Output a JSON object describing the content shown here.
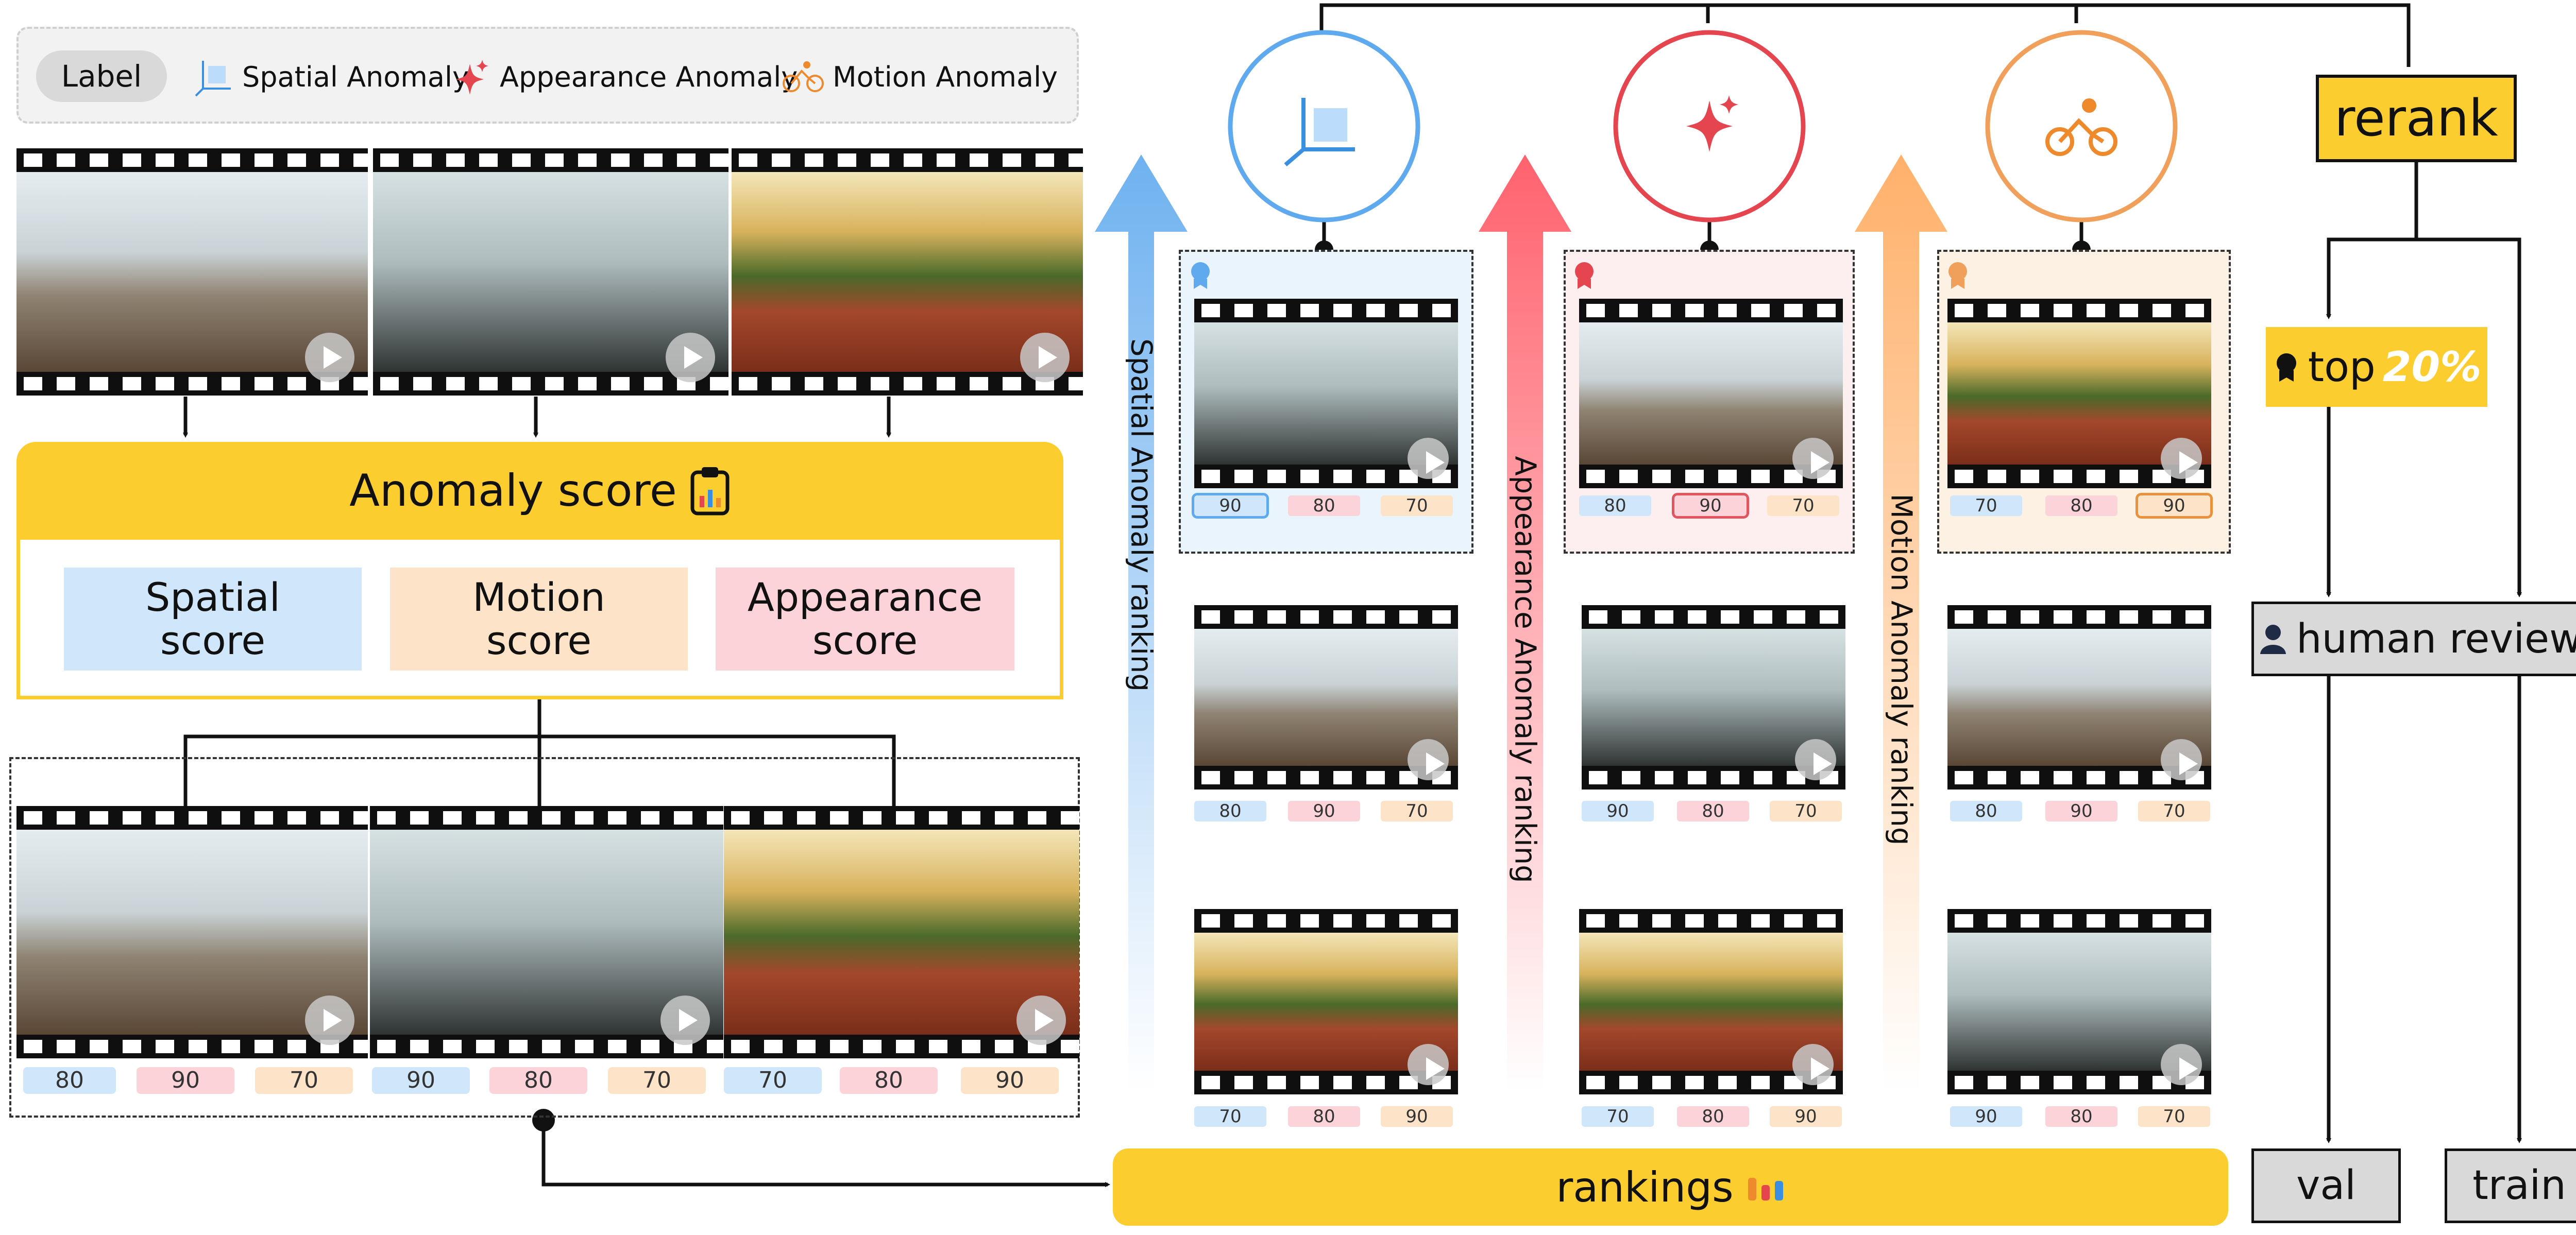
{
  "legend": {
    "label": "Label",
    "items": [
      {
        "name": "Spatial Anomaly",
        "icon": "axes-cube-icon",
        "color": "#3b8fe0"
      },
      {
        "name": "Appearance Anomaly",
        "icon": "sparkle-icon",
        "color": "#e5454f"
      },
      {
        "name": "Motion Anomaly",
        "icon": "cyclist-icon",
        "color": "#ef8a2c"
      }
    ]
  },
  "anomaly_score": {
    "title": "Anomaly score",
    "scores": [
      "Spatial\nscore",
      "Motion\nscore",
      "Appearance\nscore"
    ]
  },
  "scored_videos": [
    {
      "scene": "room",
      "scores": [
        "80",
        "90",
        "70"
      ]
    },
    {
      "scene": "mask",
      "scores": [
        "90",
        "80",
        "70"
      ]
    },
    {
      "scene": "tennis",
      "scores": [
        "70",
        "80",
        "90"
      ]
    }
  ],
  "rankings_columns": [
    {
      "label": "Spatial Anomaly ranking",
      "color": "#5fa9ee",
      "videos": [
        {
          "scene": "mask",
          "scores": [
            "90",
            "80",
            "70"
          ],
          "highlight": 0
        },
        {
          "scene": "room",
          "scores": [
            "80",
            "90",
            "70"
          ]
        },
        {
          "scene": "tennis",
          "scores": [
            "70",
            "80",
            "90"
          ]
        }
      ]
    },
    {
      "label": "Appearance Anomaly ranking",
      "color": "#e2555f",
      "videos": [
        {
          "scene": "room",
          "scores": [
            "80",
            "90",
            "70"
          ],
          "highlight": 1
        },
        {
          "scene": "mask",
          "scores": [
            "90",
            "80",
            "70"
          ]
        },
        {
          "scene": "tennis",
          "scores": [
            "70",
            "80",
            "90"
          ]
        }
      ]
    },
    {
      "label": "Motion Anomaly ranking",
      "color": "#e8923e",
      "videos": [
        {
          "scene": "tennis",
          "scores": [
            "70",
            "80",
            "90"
          ],
          "highlight": 2
        },
        {
          "scene": "room",
          "scores": [
            "80",
            "90",
            "70"
          ]
        },
        {
          "scene": "mask",
          "scores": [
            "90",
            "80",
            "70"
          ]
        }
      ]
    }
  ],
  "rankings_label": "rankings",
  "flow": {
    "rerank": "rerank",
    "top_prefix": "top",
    "top_value": "20%",
    "human_review": "human review",
    "val": "val",
    "train": "train"
  }
}
